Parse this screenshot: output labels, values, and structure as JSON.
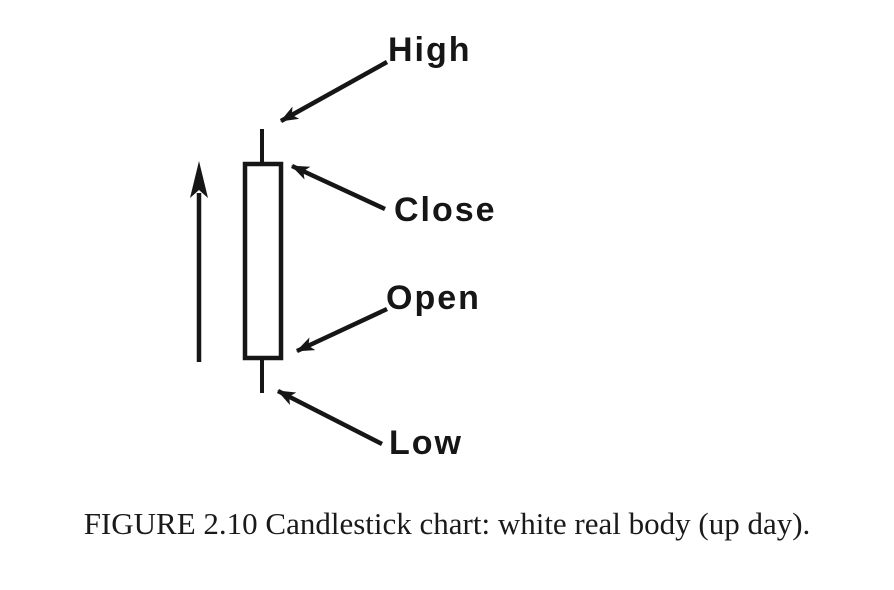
{
  "figure": {
    "type": "candlestick-diagram",
    "labels": {
      "high": "High",
      "close": "Close",
      "open": "Open",
      "low": "Low"
    },
    "caption": "FIGURE 2.10 Candlestick chart: white real body (up day).",
    "colors": {
      "ink": "#161616",
      "paper": "#ffffff",
      "body_fill": "#ffffff"
    }
  }
}
